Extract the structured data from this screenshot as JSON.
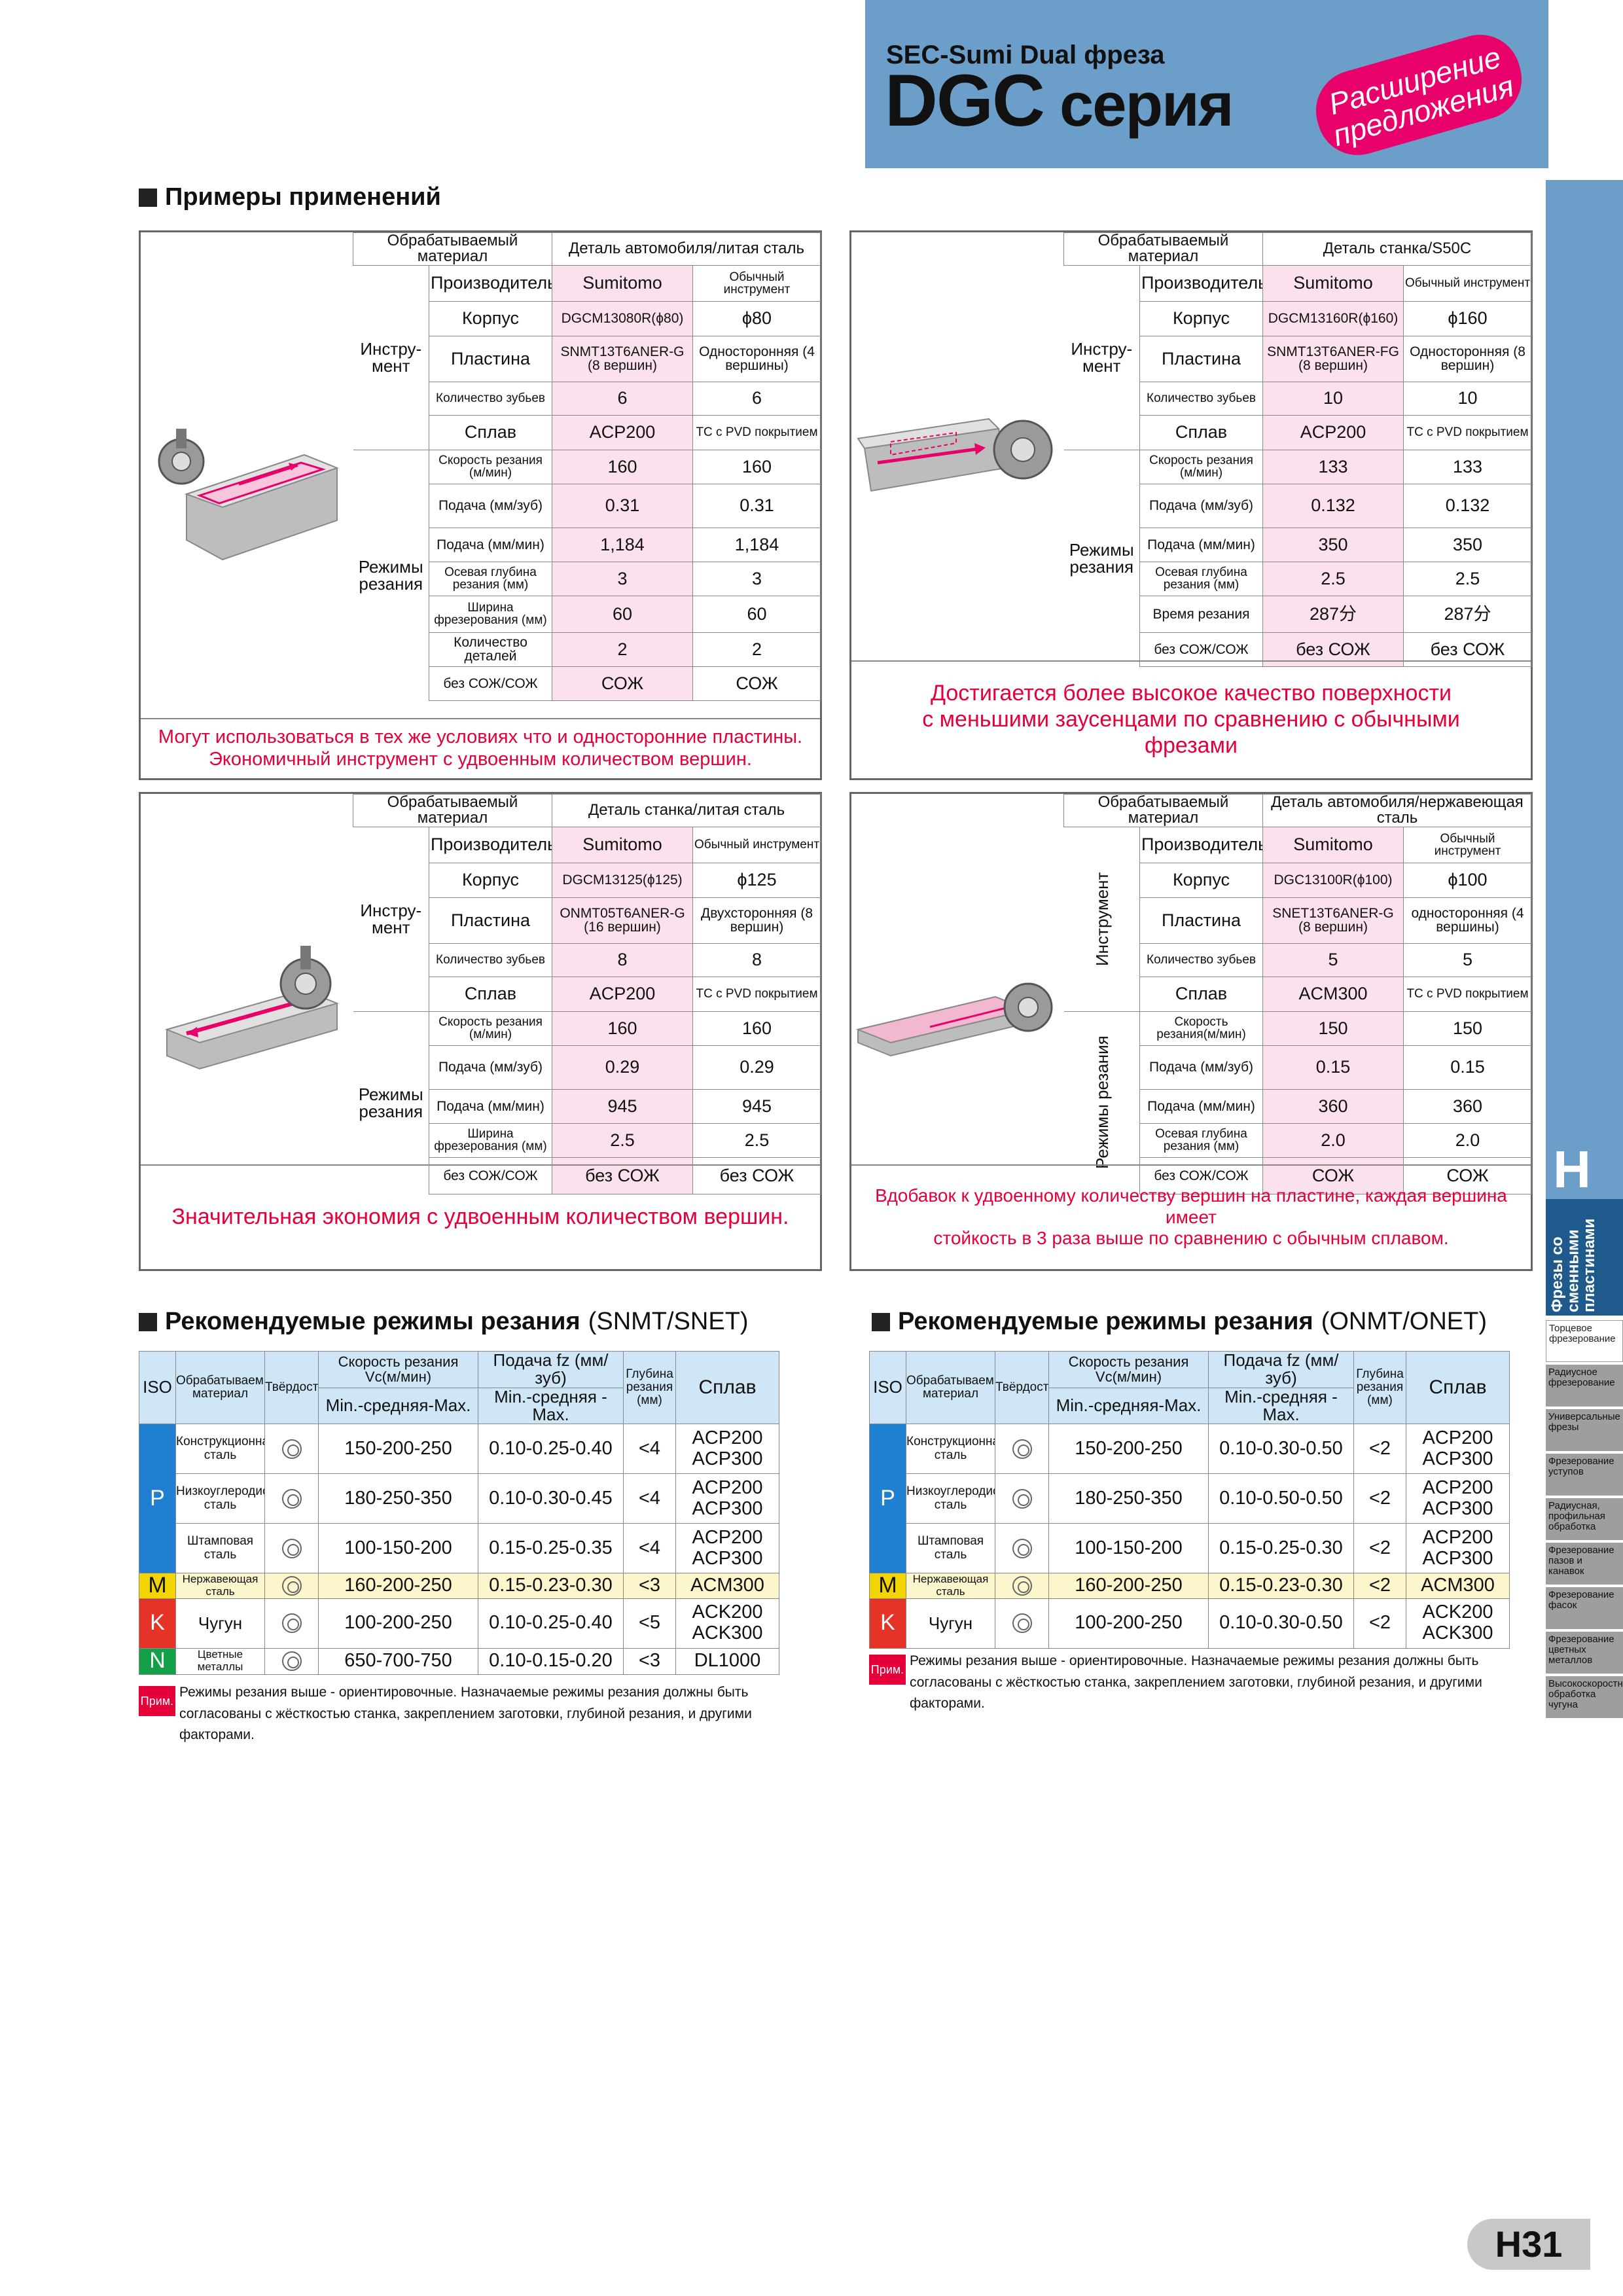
{
  "header": {
    "subtitle": "SEC-Sumi Dual фреза",
    "title_main": "DGC",
    "title_suffix": "серия",
    "badge_line1": "Расширение",
    "badge_line2": "предложения"
  },
  "section1": {
    "title": "Примеры применений"
  },
  "examples": [
    {
      "material_label": "Обрабатываемый материал",
      "material": "Деталь автомобиля/литая сталь",
      "maker_label": "Производитель",
      "maker": "Sumitomo",
      "conventional": "Обычный инструмент",
      "tool_group": "Инстру-мент",
      "body_label": "Корпус",
      "body_s": "DGCM13080R(ϕ80)",
      "body_c": "ϕ80",
      "insert_label": "Пластина",
      "insert_s": "SNMT13T6ANER-G (8 вершин)",
      "insert_c": "Односторонняя (4 вершины)",
      "teeth_label": "Количество зубьев",
      "teeth_s": "6",
      "teeth_c": "6",
      "alloy_label": "Сплав",
      "alloy_s": "ACP200",
      "alloy_c": "TC с PVD покрытием",
      "cond_group": "Режимы резания",
      "cond": [
        [
          "Скорость резания (м/мин)",
          "160",
          "160"
        ],
        [
          "Подача (мм/зуб)",
          "0.31",
          "0.31"
        ],
        [
          "Подача (мм/мин)",
          "1,184",
          "1,184"
        ],
        [
          "Осевая глубина резания (мм)",
          "3",
          "3"
        ],
        [
          "Ширина фрезерования (мм)",
          "60",
          "60"
        ],
        [
          "Количество деталей",
          "2",
          "2"
        ],
        [
          "без СОЖ/СОЖ",
          "СОЖ",
          "СОЖ"
        ]
      ],
      "caption_lines": [
        "Могут использоваться в тех же условиях что и односторонние пластины.",
        "Экономичный инструмент с удвоенным количеством вершин."
      ]
    },
    {
      "material_label": "Обрабатываемый материал",
      "material": "Деталь станка/S50C",
      "maker_label": "Производитель",
      "maker": "Sumitomo",
      "conventional": "Обычный инструмент",
      "tool_group": "Инстру-мент",
      "body_label": "Корпус",
      "body_s": "DGCM13160R(ϕ160)",
      "body_c": "ϕ160",
      "insert_label": "Пластина",
      "insert_s": "SNMT13T6ANER-FG (8 вершин)",
      "insert_c": "Односторонняя (8 вершин)",
      "teeth_label": "Количество зубьев",
      "teeth_s": "10",
      "teeth_c": "10",
      "alloy_label": "Сплав",
      "alloy_s": "ACP200",
      "alloy_c": "TC с PVD покрытием",
      "cond_group": "Режимы резания",
      "cond": [
        [
          "Скорость резания (м/мин)",
          "133",
          "133"
        ],
        [
          "Подача (мм/зуб)",
          "0.132",
          "0.132"
        ],
        [
          "Подача (мм/мин)",
          "350",
          "350"
        ],
        [
          "Осевая глубина резания (мм)",
          "2.5",
          "2.5"
        ],
        [
          "Время резания",
          "287分",
          "287分"
        ],
        [
          "без СОЖ/СОЖ",
          "без СОЖ",
          "без СОЖ"
        ]
      ],
      "caption_lines": [
        "Достигается более высокое качество поверхности",
        "с меньшими заусенцами по сравнению с обычными",
        "фрезами"
      ]
    },
    {
      "material_label": "Обрабатываемый материал",
      "material": "Деталь станка/литая сталь",
      "maker_label": "Производитель",
      "maker": "Sumitomo",
      "conventional": "Обычный инструмент",
      "tool_group": "Инстру-мент",
      "body_label": "Корпус",
      "body_s": "DGCM13125(ϕ125)",
      "body_c": "ϕ125",
      "insert_label": "Пластина",
      "insert_s": "ONMT05T6ANER-G (16 вершин)",
      "insert_c": "Двухсторонняя (8 вершин)",
      "teeth_label": "Количество зубьев",
      "teeth_s": "8",
      "teeth_c": "8",
      "alloy_label": "Сплав",
      "alloy_s": "ACP200",
      "alloy_c": "TC с PVD покрытием",
      "cond_group": "Режимы резания",
      "cond": [
        [
          "Скорость резания (м/мин)",
          "160",
          "160"
        ],
        [
          "Подача (мм/зуб)",
          "0.29",
          "0.29"
        ],
        [
          "Подача (мм/мин)",
          "945",
          "945"
        ],
        [
          "Ширина фрезерования (мм)",
          "2.5",
          "2.5"
        ],
        [
          "без СОЖ/СОЖ",
          "без СОЖ",
          "без СОЖ"
        ]
      ],
      "caption_lines": [
        "Значительная экономия с удвоенным количеством вершин."
      ]
    },
    {
      "material_label": "Обрабатываемый материал",
      "material": "Деталь автомобиля/нержавеющая сталь",
      "maker_label": "Производитель",
      "maker": "Sumitomo",
      "conventional": "Обычный инструмент",
      "tool_group": "Инструмент",
      "body_label": "Корпус",
      "body_s": "DGC13100R(ϕ100)",
      "body_c": "ϕ100",
      "insert_label": "Пластина",
      "insert_s": "SNET13T6ANER-G (8 вершин)",
      "insert_c": "односторонняя (4 вершины)",
      "teeth_label": "Количество зубьев",
      "teeth_s": "5",
      "teeth_c": "5",
      "alloy_label": "Сплав",
      "alloy_s": "ACM300",
      "alloy_c": "TC с PVD покрытием",
      "cond_group": "Режимы резания",
      "cond": [
        [
          "Скорость резания(м/мин)",
          "150",
          "150"
        ],
        [
          "Подача (мм/зуб)",
          "0.15",
          "0.15"
        ],
        [
          "Подача (мм/мин)",
          "360",
          "360"
        ],
        [
          "Осевая глубина резания (мм)",
          "2.0",
          "2.0"
        ],
        [
          "без СОЖ/СОЖ",
          "СОЖ",
          "СОЖ"
        ]
      ],
      "caption_lines": [
        "Вдобавок к удвоенному количеству вершин на пластине, каждая вершина имеет",
        "стойкость в 3 раза выше по сравнению с обычным сплавом."
      ]
    }
  ],
  "rec": [
    {
      "title": "Рекомендуемые режимы резания",
      "suffix": "(SNMT/SNET)",
      "headers": {
        "iso": "ISO",
        "material": "Обрабатываемый материал",
        "hardness": "Твёрдость",
        "speed": "Скорость резания Vc(м/мин)",
        "speed2": "Min.-средняя-Max.",
        "feed": "Подача fz (мм/зуб)",
        "feed2": "Min.-средняя - Max.",
        "depth": "Глубина резания (мм)",
        "alloy": "Сплав"
      },
      "rows": [
        {
          "iso": "P",
          "material": "Конструкционная сталь",
          "speed": "150-200-250",
          "feed": "0.10-0.25-0.40",
          "depth": "<4",
          "alloy1": "ACP200",
          "alloy2": "ACP300"
        },
        {
          "iso": "",
          "material": "Низкоуглеродистая сталь",
          "speed": "180-250-350",
          "feed": "0.10-0.30-0.45",
          "depth": "<4",
          "alloy1": "ACP200",
          "alloy2": "ACP300"
        },
        {
          "iso": "",
          "material": "Штамповая сталь",
          "speed": "100-150-200",
          "feed": "0.15-0.25-0.35",
          "depth": "<4",
          "alloy1": "ACP200",
          "alloy2": "ACP300"
        },
        {
          "iso": "M",
          "material": "Нержавеющая сталь",
          "speed": "160-200-250",
          "feed": "0.15-0.23-0.30",
          "depth": "<3",
          "alloy1": "ACM300",
          "alloy2": ""
        },
        {
          "iso": "K",
          "material": "Чугун",
          "speed": "100-200-250",
          "feed": "0.10-0.25-0.40",
          "depth": "<5",
          "alloy1": "ACK200",
          "alloy2": "ACK300"
        },
        {
          "iso": "N",
          "material": "Цветные металлы",
          "speed": "650-700-750",
          "feed": "0.10-0.15-0.20",
          "depth": "<3",
          "alloy1": "DL1000",
          "alloy2": ""
        }
      ],
      "note_tag": "Прим.",
      "note_lines": [
        "Режимы резания выше - ориентировочные. Назначаемые режимы резания должны быть",
        "согласованы с жёсткостью станка, закреплением заготовки, глубиной резания, и другими факторами."
      ]
    },
    {
      "title": "Рекомендуемые режимы резания",
      "suffix": "(ONMT/ONET)",
      "headers": {
        "iso": "ISO",
        "material": "Обрабатываемый материал",
        "hardness": "Твёрдость",
        "speed": "Скорость резания Vc(м/мин)",
        "speed2": "Min.-средняя-Max.",
        "feed": "Подача fz (мм/зуб)",
        "feed2": "Min.-средняя - Max.",
        "depth": "Глубина резания (мм)",
        "alloy": "Сплав"
      },
      "rows": [
        {
          "iso": "P",
          "material": "Конструкционная сталь",
          "speed": "150-200-250",
          "feed": "0.10-0.30-0.50",
          "depth": "<2",
          "alloy1": "ACP200",
          "alloy2": "ACP300"
        },
        {
          "iso": "",
          "material": "Низкоуглеродистая сталь",
          "speed": "180-250-350",
          "feed": "0.10-0.50-0.50",
          "depth": "<2",
          "alloy1": "ACP200",
          "alloy2": "ACP300"
        },
        {
          "iso": "",
          "material": "Штамповая сталь",
          "speed": "100-150-200",
          "feed": "0.15-0.25-0.30",
          "depth": "<2",
          "alloy1": "ACP200",
          "alloy2": "ACP300"
        },
        {
          "iso": "M",
          "material": "Нержавеющая сталь",
          "speed": "160-200-250",
          "feed": "0.15-0.23-0.30",
          "depth": "<2",
          "alloy1": "ACM300",
          "alloy2": ""
        },
        {
          "iso": "K",
          "material": "Чугун",
          "speed": "100-200-250",
          "feed": "0.10-0.30-0.50",
          "depth": "<2",
          "alloy1": "ACK200",
          "alloy2": "ACK300"
        }
      ],
      "note_tag": "Прим.",
      "note_lines": [
        "Режимы резания выше - ориентировочные. Назначаемые режимы резания должны быть",
        "согласованы с жёсткостью станка, закреплением заготовки, глубиной резания, и другими факторами."
      ]
    }
  ],
  "sidebar": {
    "letter": "H",
    "category": "Фрезы со сменными пластинами",
    "items": [
      "Торцевое фрезерование",
      "Радиусное фрезерование",
      "Универсальные фрезы",
      "Фрезерование уступов",
      "Радиусная, профильная обработка",
      "Фрезерование пазов и канавок",
      "Фрезерование фасок",
      "Фрезерование цветных металлов",
      "Высокоскоростная обработка чугуна"
    ]
  },
  "page_number": "H31",
  "colors": {
    "accent_blue": "#6b9fca",
    "highlight_pink": "#fbe1ee",
    "red_text": "#e50039",
    "iso_P": "#1f7fd0",
    "iso_M": "#f2d500",
    "iso_K": "#e53327",
    "iso_N": "#14a046"
  }
}
